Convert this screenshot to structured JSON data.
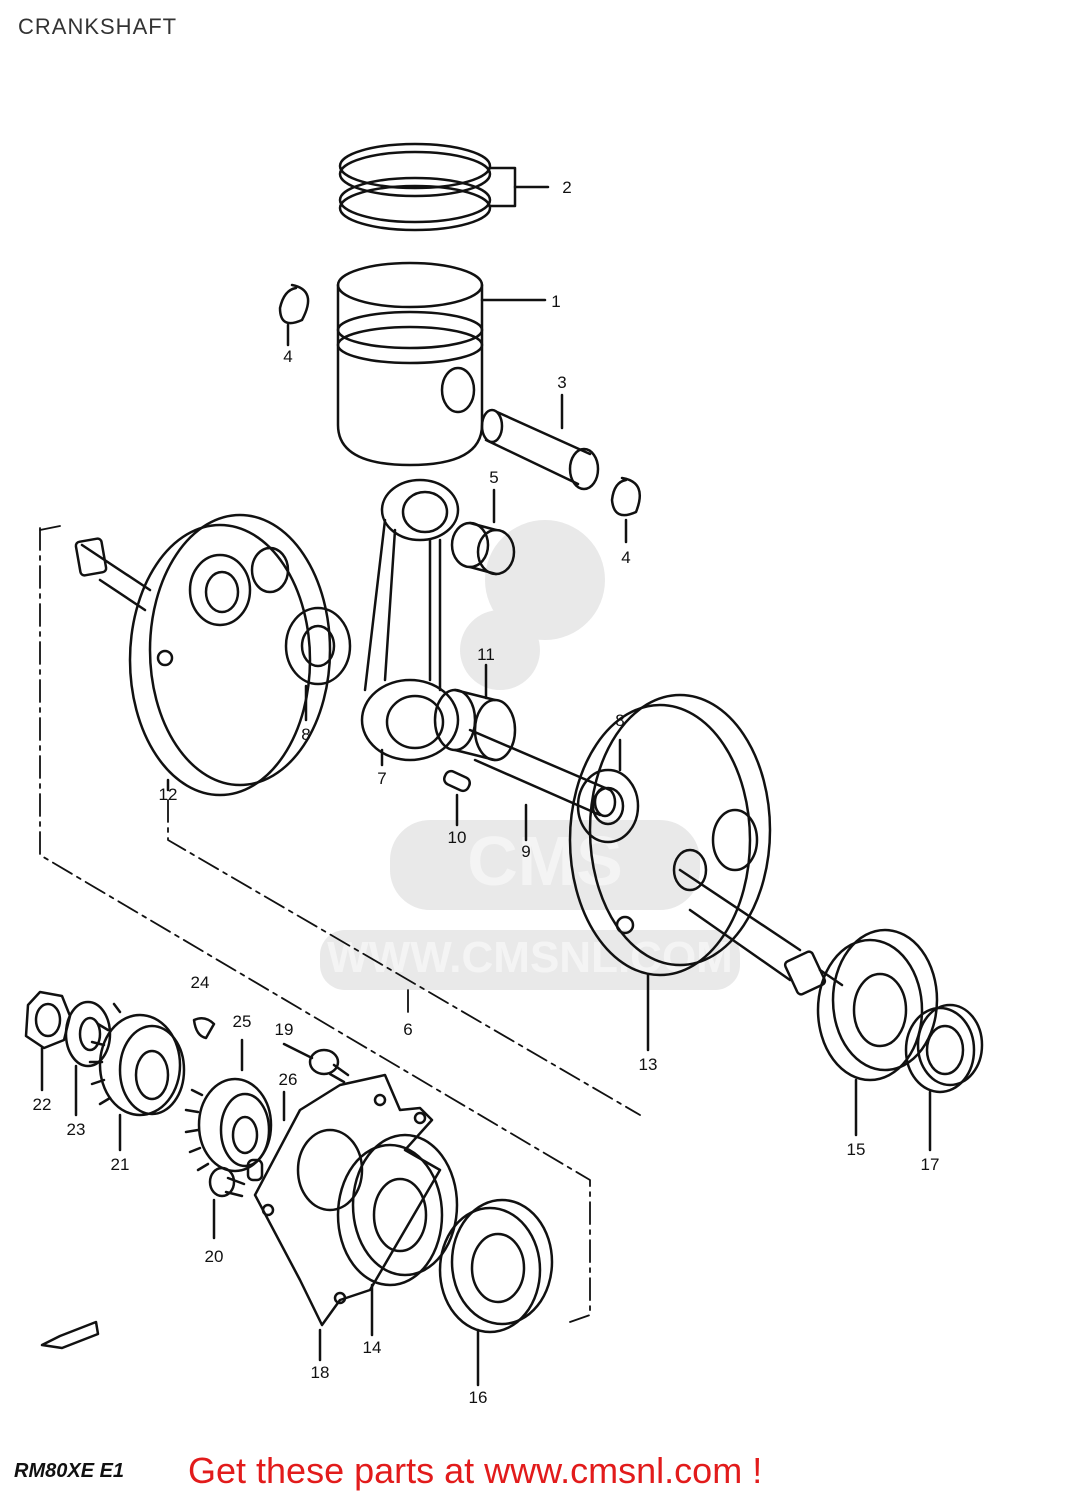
{
  "page": {
    "title": "CRANKSHAFT"
  },
  "labels": {
    "l1": "1",
    "l2": "2",
    "l3": "3",
    "l4a": "4",
    "l4b": "4",
    "l5": "5",
    "l6": "6",
    "l7": "7",
    "l8a": "8",
    "l8b": "8",
    "l9": "9",
    "l10": "10",
    "l11": "11",
    "l12": "12",
    "l13": "13",
    "l14": "14",
    "l15": "15",
    "l16": "16",
    "l17": "17",
    "l18": "18",
    "l19": "19",
    "l20": "20",
    "l21": "21",
    "l22": "22",
    "l23": "23",
    "l24": "24",
    "l25": "25",
    "l26": "26"
  },
  "watermark": {
    "text": "WWW.CMSNL.COM",
    "logo": "CMS"
  },
  "footer": {
    "model_code": "RM80XE E1",
    "promo": "Get these parts at www.cmsnl.com !",
    "fwd_mark": "FWD"
  },
  "colors": {
    "promo": "#e21b1b",
    "line": "#111111",
    "watermark": "#e6e6e6"
  }
}
